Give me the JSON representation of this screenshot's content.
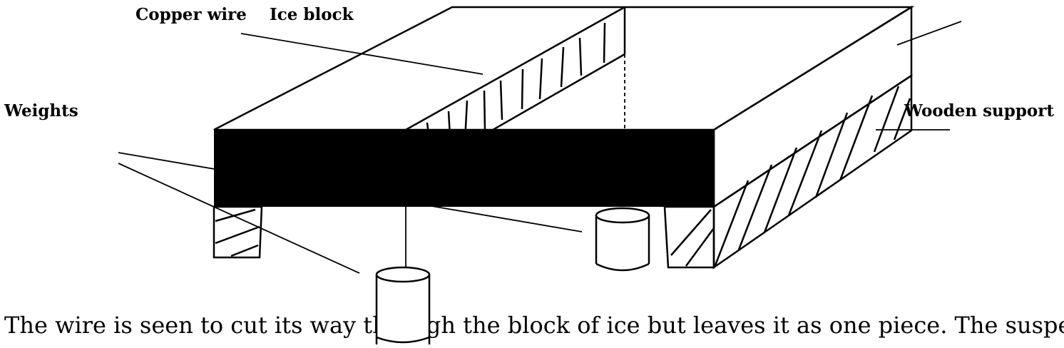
{
  "labels": {
    "copper_wire": "Copper wire",
    "ice_block": "Ice block",
    "weights": "Weights",
    "wooden_support": "Wooden support"
  },
  "caption": "The wire is seen to cut its way through the block of ice but leaves it as one piece. The susper"
}
